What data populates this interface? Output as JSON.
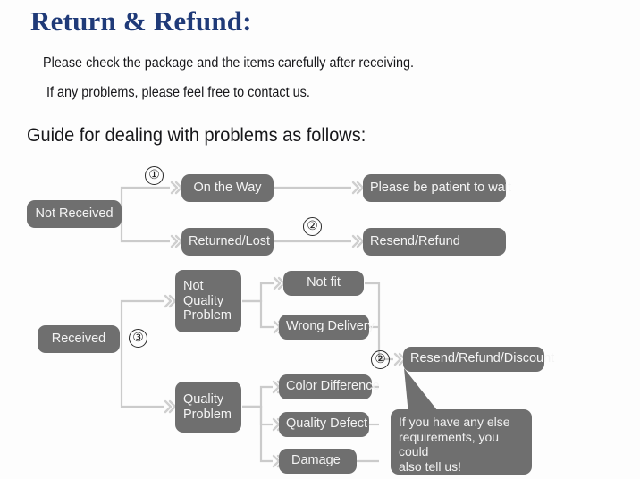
{
  "header": {
    "title": "Return & Refund:",
    "line1": "Please check the package and the items carefully after receiving.",
    "line2": "If any problems, please feel free to contact us.",
    "guide_heading": "Guide for dealing with problems as follows:"
  },
  "colors": {
    "title": "#1f3a78",
    "node_fill": "#6f6f6f",
    "node_text": "#f4f4f4",
    "connector": "#c9c9c9",
    "page_background": "#fdfdfd",
    "body_text": "#17171a"
  },
  "flowchart": {
    "type": "flowchart",
    "nodes": {
      "not_received": "Not Received",
      "on_the_way": "On the Way",
      "returned_lost": "Returned/Lost",
      "please_wait": "Please be patient to wait",
      "resend_refund": "Resend/Refund",
      "received": "Received",
      "not_quality_problem": "Not\nQuality\nProblem",
      "quality_problem": "Quality\nProblem",
      "not_fit": "Not fit",
      "wrong_delivery": "Wrong Delivery",
      "color_difference": "Color Difference",
      "quality_defect": "Quality Defect",
      "damage": "Damage",
      "resend_refund_discount": "Resend/Refund/Discount"
    },
    "markers": {
      "m1": "①",
      "m2_top": "②",
      "m3": "③",
      "m2_bottom": "②"
    },
    "callout": {
      "line1": "If you have any else",
      "line2": "requirements, you could",
      "line3": "also tell us!"
    },
    "edges": [
      {
        "from": "not_received",
        "to": "on_the_way",
        "marker": "①"
      },
      {
        "from": "not_received",
        "to": "returned_lost",
        "marker": "①"
      },
      {
        "from": "on_the_way",
        "to": "please_wait",
        "marker": ""
      },
      {
        "from": "returned_lost",
        "to": "resend_refund",
        "marker": "②"
      },
      {
        "from": "received",
        "to": "not_quality_problem",
        "marker": "③"
      },
      {
        "from": "received",
        "to": "quality_problem",
        "marker": "③"
      },
      {
        "from": "not_quality_problem",
        "to": "not_fit",
        "marker": ""
      },
      {
        "from": "not_quality_problem",
        "to": "wrong_delivery",
        "marker": ""
      },
      {
        "from": "quality_problem",
        "to": "color_difference",
        "marker": ""
      },
      {
        "from": "quality_problem",
        "to": "quality_defect",
        "marker": ""
      },
      {
        "from": "quality_problem",
        "to": "damage",
        "marker": ""
      },
      {
        "from": "not_fit",
        "to": "resend_refund_discount",
        "marker": "②"
      },
      {
        "from": "wrong_delivery",
        "to": "resend_refund_discount",
        "marker": "②"
      },
      {
        "from": "color_difference",
        "to": "resend_refund_discount",
        "marker": "②"
      },
      {
        "from": "quality_defect",
        "to": "resend_refund_discount",
        "marker": "②"
      },
      {
        "from": "damage",
        "to": "resend_refund_discount",
        "marker": "②"
      }
    ]
  }
}
